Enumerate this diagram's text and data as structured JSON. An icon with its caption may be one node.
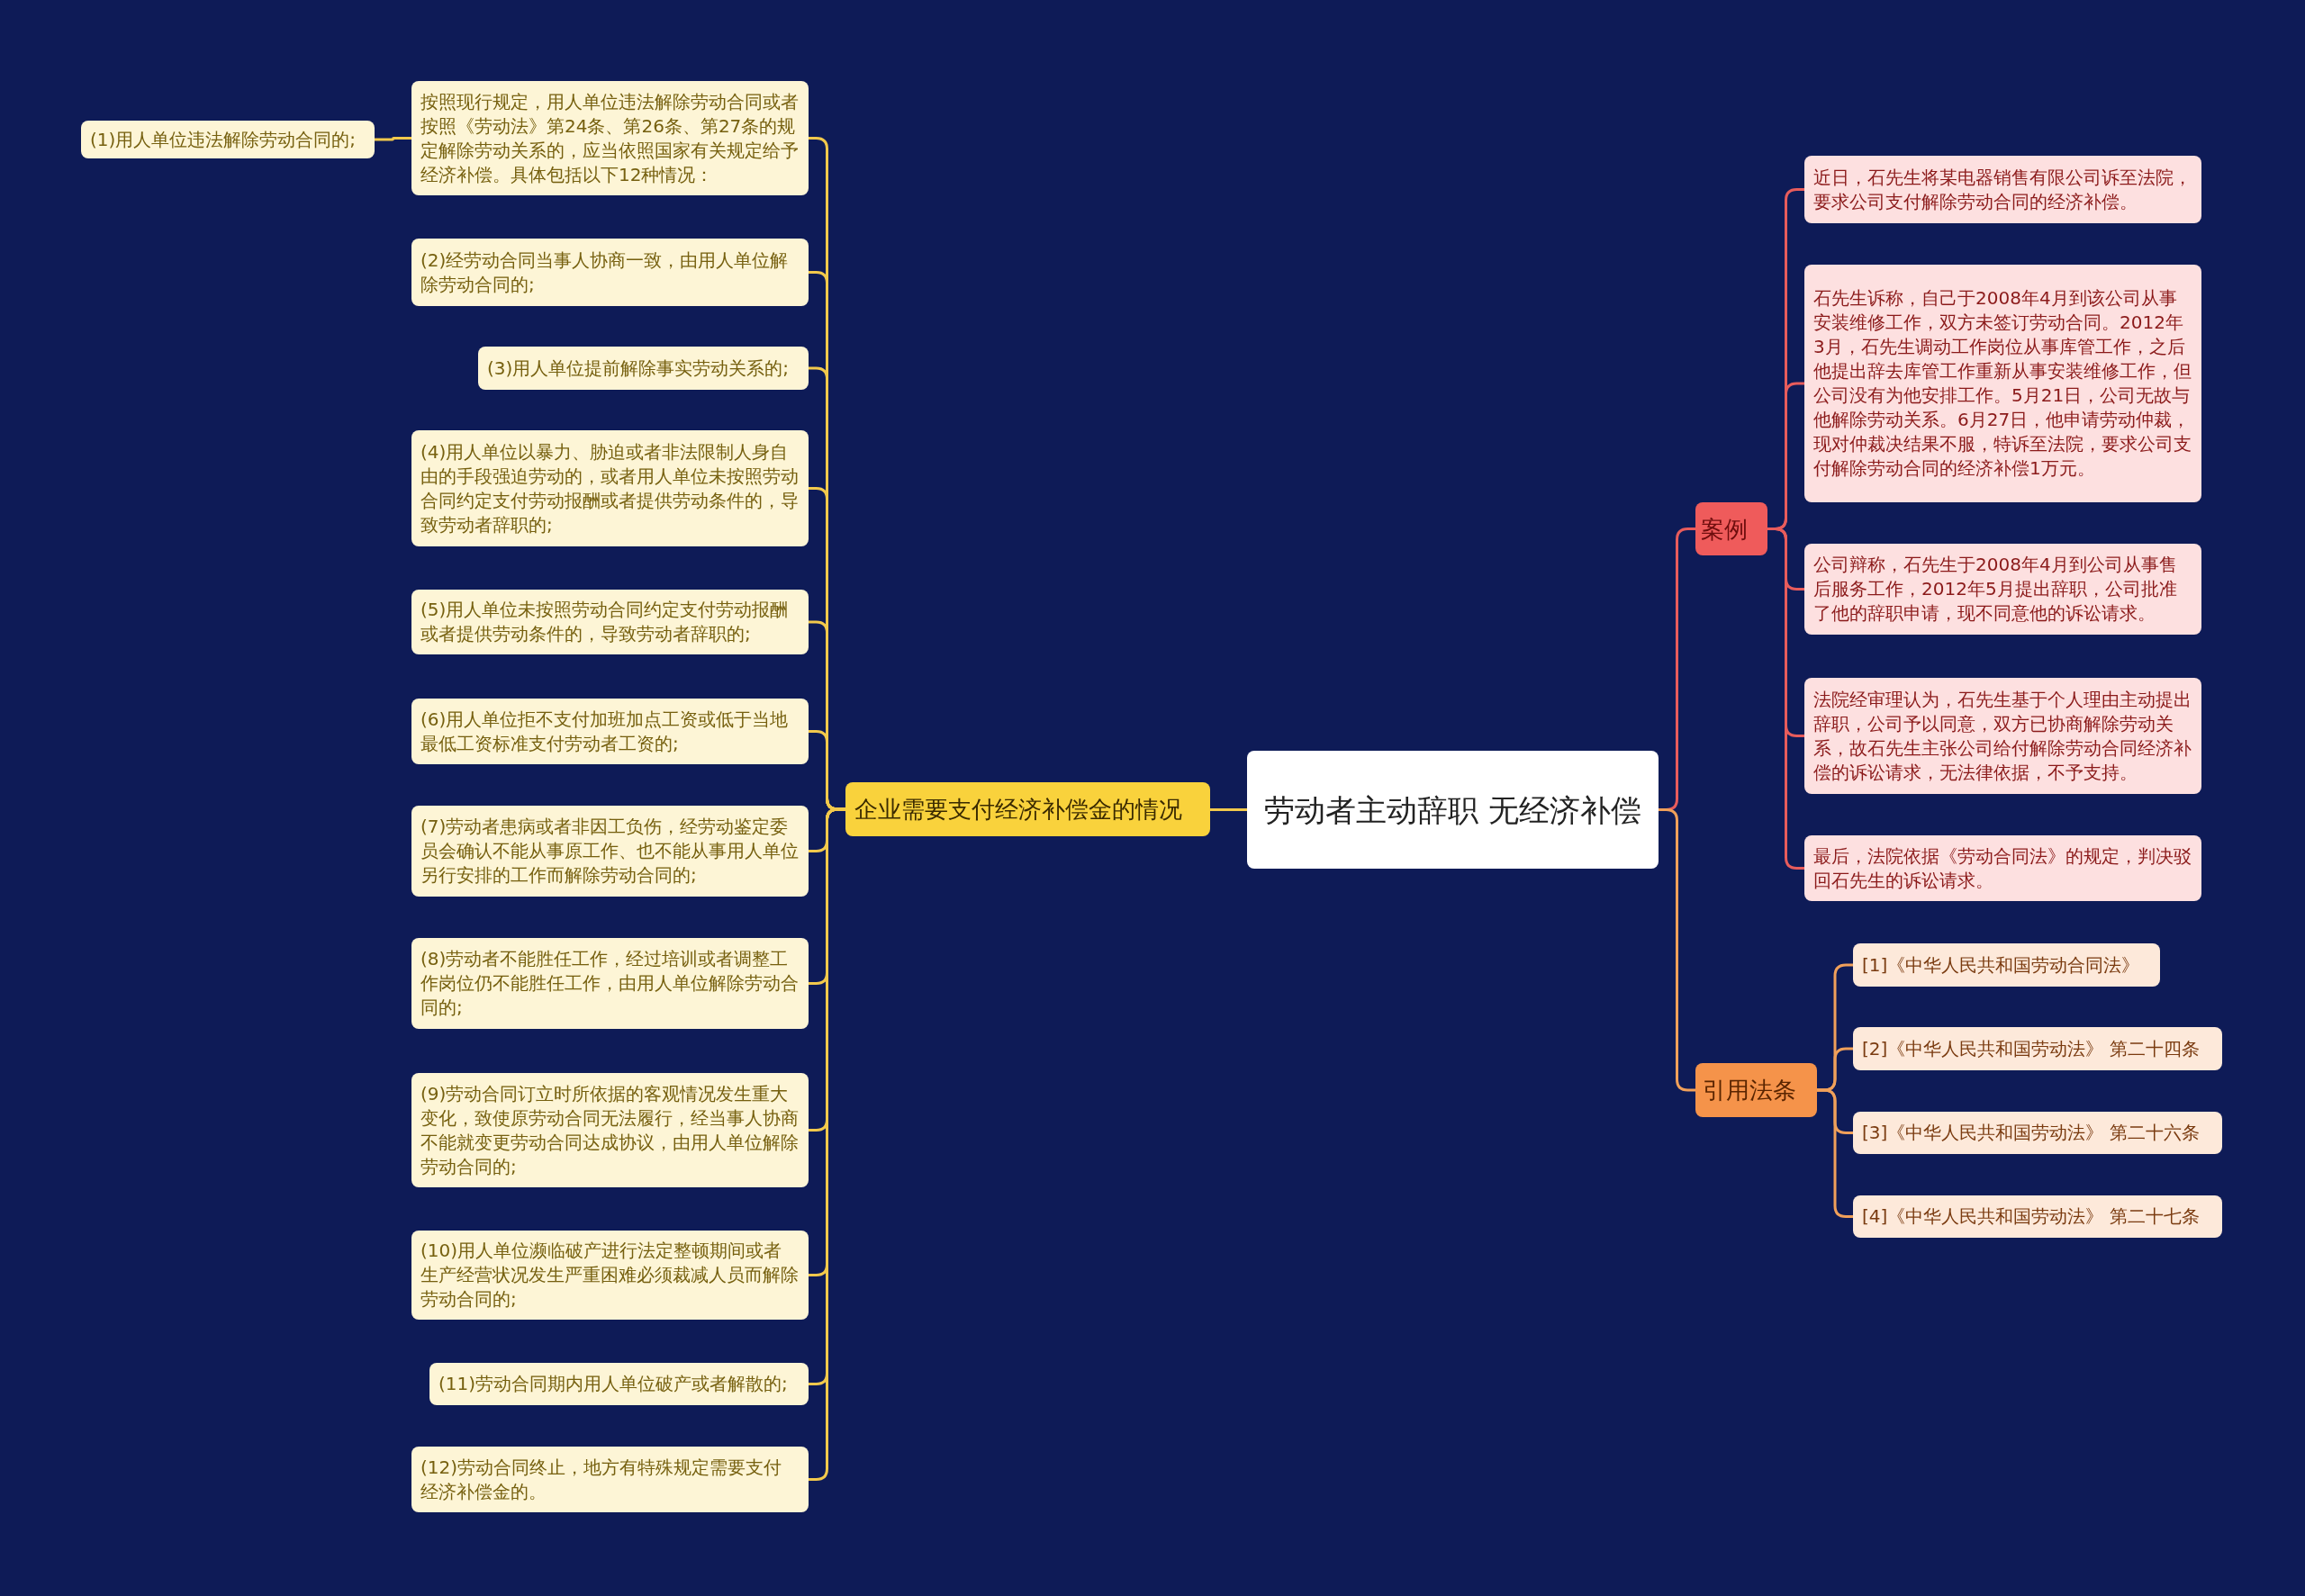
{
  "diagram": {
    "nodes": [
      {
        "text": [
          "劳动者主动辞职 无经济补偿"
        ]
      },
      {
        "text": [
          "企业需要支付经济补偿金的情况"
        ]
      },
      {
        "text": [
          "按照现行规定，用人单位违法解除劳动合同或者按照《劳动法》第24条、第26条、第27条的规定解除劳动关系的，应当依照国家有关规定给予经济补偿。具体包括以下12种情况："
        ]
      },
      {
        "text": [
          "(1)用人单位违法解除劳动合同的;"
        ]
      },
      {
        "text": [
          "(2)经劳动合同当事人协商一致，由用人单位解除劳动合同的;"
        ]
      },
      {
        "text": [
          "(3)用人单位提前解除事实劳动关系的;"
        ]
      },
      {
        "text": [
          "(4)用人单位以暴力、胁迫或者非法限制人身自由的手段强迫劳动的，或者用人单位未按照劳动合同约定支付劳动报酬或者提供劳动条件的，导致劳动者辞职的;"
        ]
      },
      {
        "text": [
          "(5)用人单位未按照劳动合同约定支付劳动报酬或者提供劳动条件的，导致劳动者辞职的;"
        ]
      },
      {
        "text": [
          "(6)用人单位拒不支付加班加点工资或低于当地最低工资标准支付劳动者工资的;"
        ]
      },
      {
        "text": [
          "(7)劳动者患病或者非因工负伤，经劳动鉴定委员会确认不能从事原工作、也不能从事用人单位另行安排的工作而解除劳动合同的;"
        ]
      },
      {
        "text": [
          "(8)劳动者不能胜任工作，经过培训或者调整工作岗位仍不能胜任工作，由用人单位解除劳动合同的;"
        ]
      },
      {
        "text": [
          "(9)劳动合同订立时所依据的客观情况发生重大变化，致使原劳动合同无法履行，经当事人协商不能就变更劳动合同达成协议，由用人单位解除劳动合同的;"
        ]
      },
      {
        "text": [
          "(10)用人单位濒临破产进行法定整顿期间或者生产经营状况发生严重困难必须裁减人员而解除劳动合同的;"
        ]
      },
      {
        "text": [
          "(11)劳动合同期内用人单位破产或者解散的;"
        ]
      },
      {
        "text": [
          "(12)劳动合同终止，地方有特殊规定需要支付经济补偿金的。"
        ]
      },
      {
        "text": [
          "案例"
        ]
      },
      {
        "text": [
          "近日，石先生将某电器销售有限公司诉至法院，要求公司支付解除劳动合同的经济补偿。"
        ]
      },
      {
        "text": [
          "石先生诉称，自己于2008年4月到该公司从事安装维修工作，双方未签订劳动合同。2012年3月，石先生调动工作岗位从事库管工作，之后他提出辞去库管工作重新从事安装维修工作，但公司没有为他安排工作。5月21日，公司无故与他解除劳动关系。6月27日，他申请劳动仲裁，现对仲裁决结果不服，特诉至法院，要求公司支付解除劳动合同的经济补偿1万元。"
        ]
      },
      {
        "text": [
          "公司辩称，石先生于2008年4月到公司从事售后服务工作，2012年5月提出辞职，公司批准了他的辞职申请，现不同意他的诉讼请求。"
        ]
      },
      {
        "text": [
          "法院经审理认为，石先生基于个人理由主动提出辞职，公司予以同意，双方已协商解除劳动关系，故石先生主张公司给付解除劳动合同经济补偿的诉讼请求，无法律依据，不予支持。"
        ]
      },
      {
        "text": [
          "最后，法院依据《劳动合同法》的规定，判决驳回石先生的诉讼请求。"
        ]
      },
      {
        "text": [
          "引用法条"
        ]
      },
      {
        "text": [
          "[1]《中华人民共和国劳动合同法》"
        ]
      },
      {
        "text": [
          "[2]《中华人民共和国劳动法》 第二十四条"
        ]
      },
      {
        "text": [
          "[3]《中华人民共和国劳动法》 第二十六条"
        ]
      },
      {
        "text": [
          "[4]《中华人民共和国劳动法》 第二十七条"
        ]
      }
    ],
    "edges": [
      {
        "from": 0,
        "to": 1,
        "arrow": "none"
      },
      {
        "from": 1,
        "to": 2,
        "arrow": "none"
      },
      {
        "from": 2,
        "to": 3,
        "arrow": "none"
      },
      {
        "from": 1,
        "to": 4,
        "arrow": "none"
      },
      {
        "from": 1,
        "to": 5,
        "arrow": "none"
      },
      {
        "from": 1,
        "to": 6,
        "arrow": "none"
      },
      {
        "from": 1,
        "to": 7,
        "arrow": "none"
      },
      {
        "from": 1,
        "to": 8,
        "arrow": "none"
      },
      {
        "from": 1,
        "to": 9,
        "arrow": "none"
      },
      {
        "from": 1,
        "to": 10,
        "arrow": "none"
      },
      {
        "from": 1,
        "to": 11,
        "arrow": "none"
      },
      {
        "from": 1,
        "to": 12,
        "arrow": "none"
      },
      {
        "from": 1,
        "to": 13,
        "arrow": "none"
      },
      {
        "from": 1,
        "to": 14,
        "arrow": "none"
      },
      {
        "from": 0,
        "to": 15,
        "arrow": "none",
        "color": "#e85c5c"
      },
      {
        "from": 15,
        "to": 16,
        "arrow": "none",
        "color": "#e85c5c"
      },
      {
        "from": 15,
        "to": 17,
        "arrow": "none",
        "color": "#e85c5c"
      },
      {
        "from": 15,
        "to": 18,
        "arrow": "none",
        "color": "#e85c5c"
      },
      {
        "from": 15,
        "to": 19,
        "arrow": "none",
        "color": "#e85c5c"
      },
      {
        "from": 15,
        "to": 20,
        "arrow": "none",
        "color": "#e85c5c"
      },
      {
        "from": 0,
        "to": 21,
        "arrow": "none",
        "color": "#f0a05a"
      },
      {
        "from": 21,
        "to": 22,
        "arrow": "none",
        "color": "#f0a05a"
      },
      {
        "from": 21,
        "to": 23,
        "arrow": "none",
        "color": "#f0a05a"
      },
      {
        "from": 21,
        "to": 24,
        "arrow": "none",
        "color": "#f0a05a"
      },
      {
        "from": 21,
        "to": 25,
        "arrow": "none",
        "color": "#f0a05a"
      }
    ]
  }
}
